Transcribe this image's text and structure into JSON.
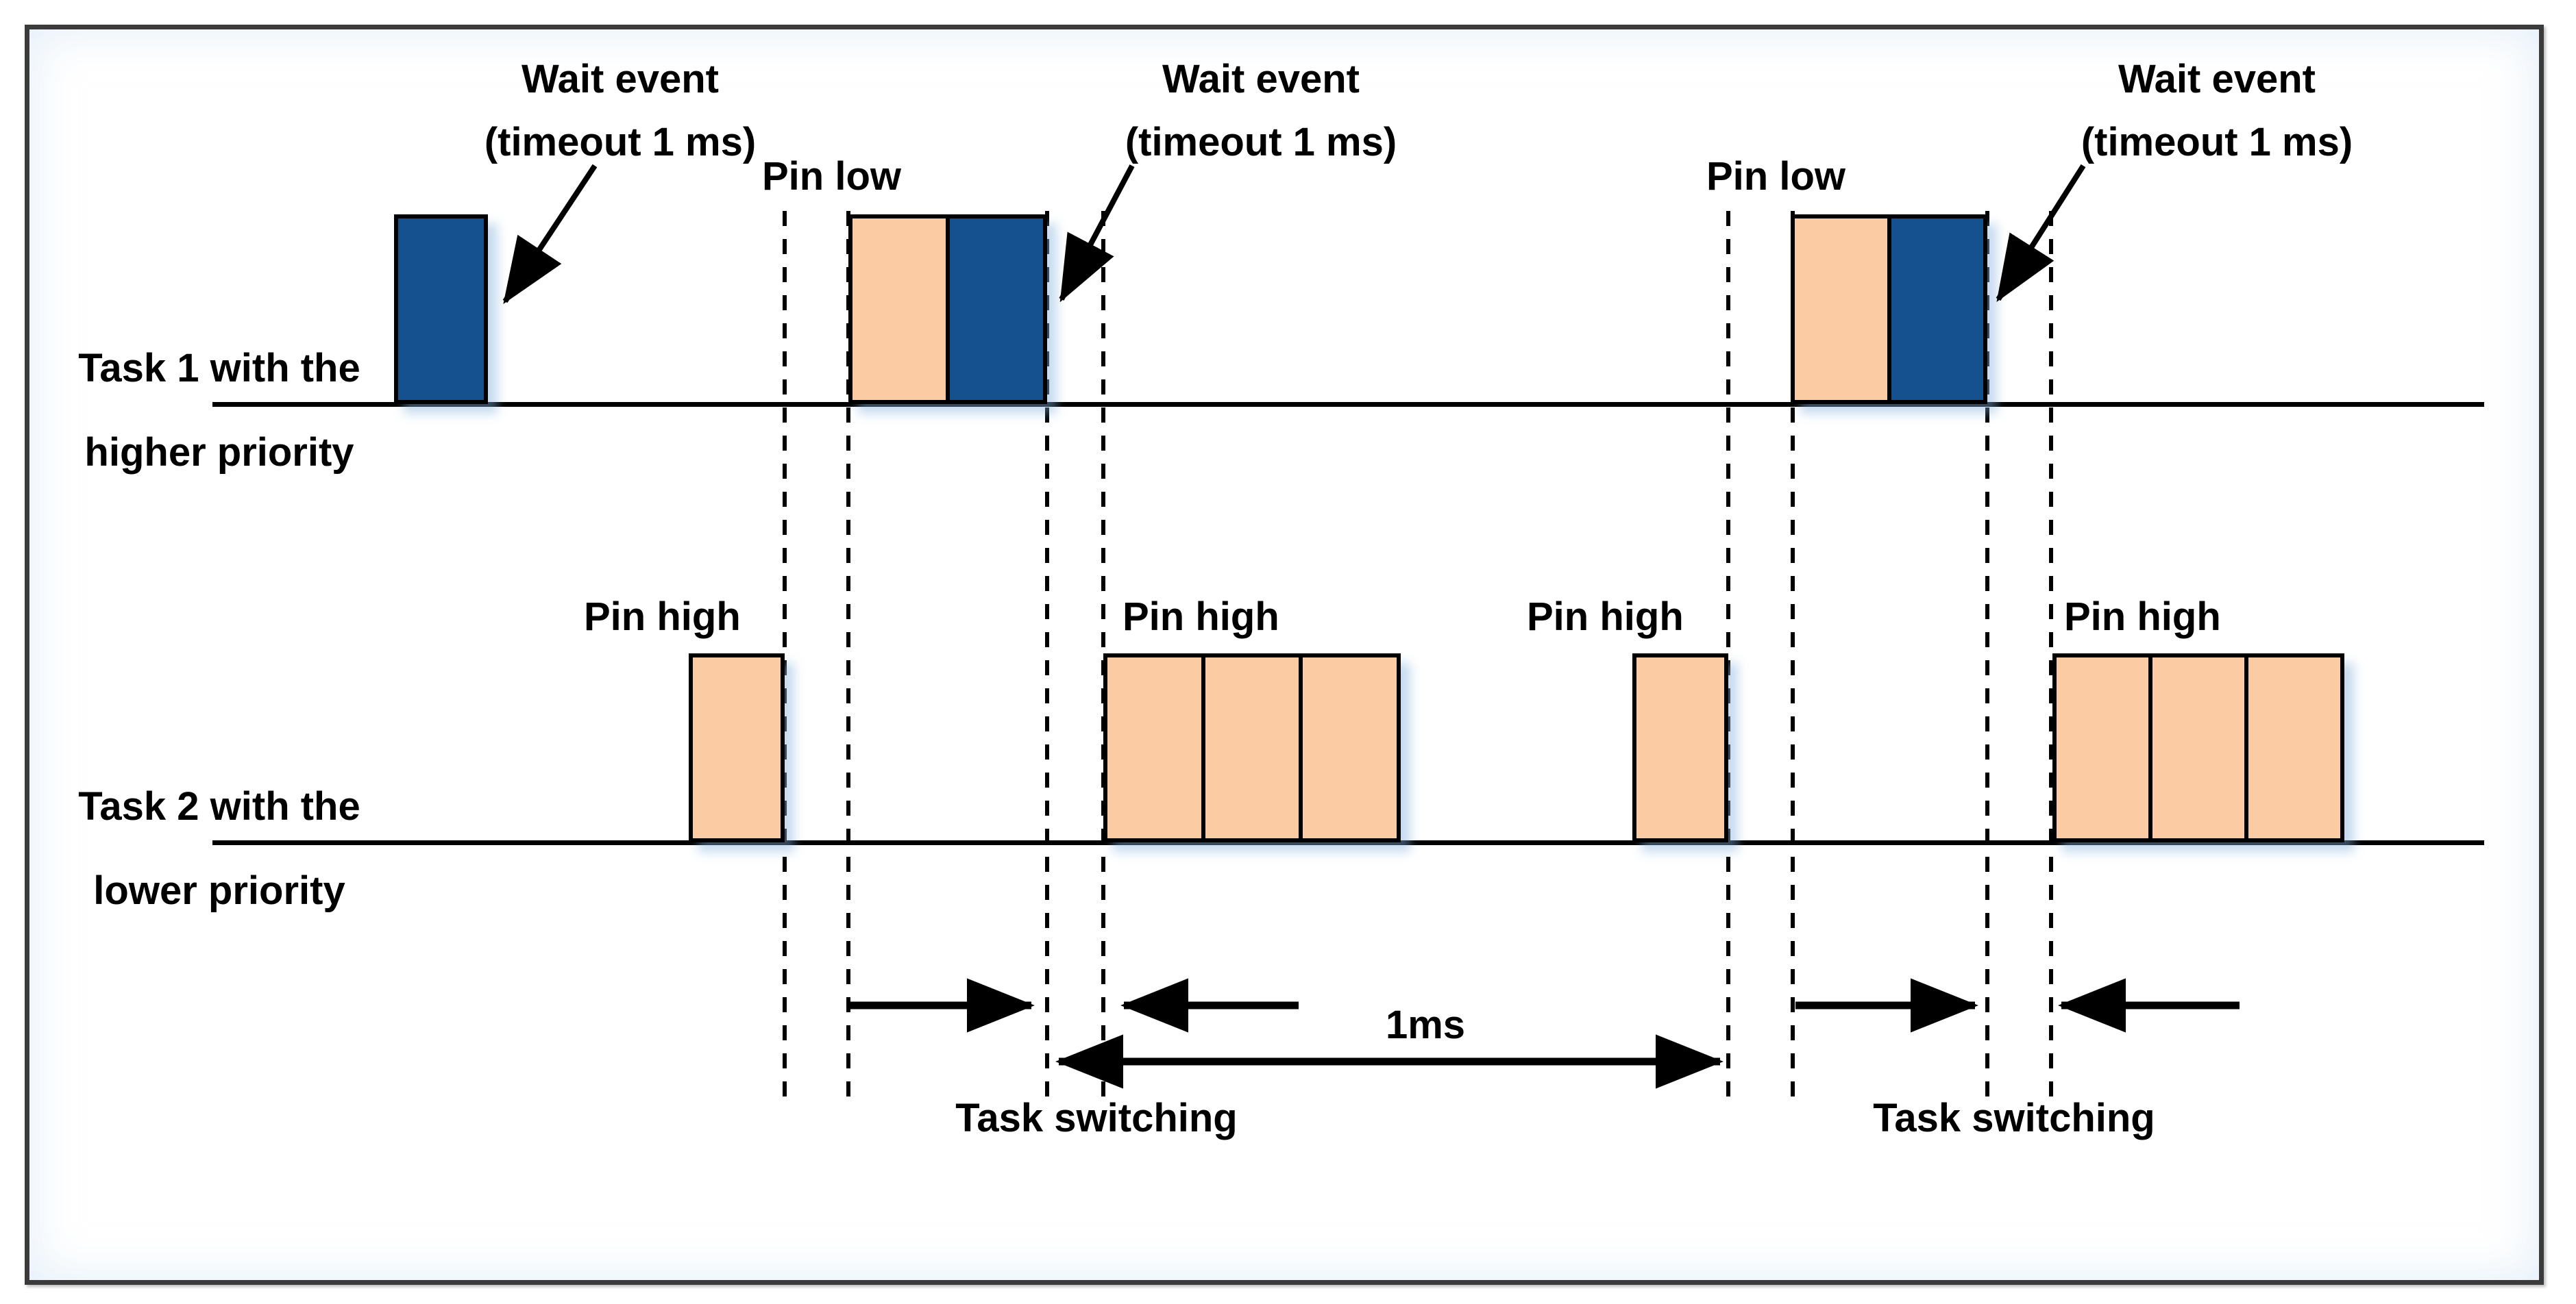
{
  "figure": {
    "title_semantic": "RTOS task timing diagram",
    "colors": {
      "task_run_blue": "#14518E",
      "pin_high_orange": "#FBCBA3",
      "frame": "#3B3B3B",
      "shadow_blue": "rgba(130,175,220,0.45)"
    },
    "tasks": [
      {
        "name_lines": [
          "Task 1 with the",
          "higher priority"
        ]
      },
      {
        "name_lines": [
          "Task 2 with the",
          "lower priority"
        ]
      }
    ],
    "annotations": {
      "wait_event_line1": "Wait event",
      "wait_event_line2": "(timeout 1 ms)",
      "pin_low": "Pin low",
      "pin_high": "Pin high",
      "interval": "1ms",
      "task_switching": "Task switching"
    }
  }
}
